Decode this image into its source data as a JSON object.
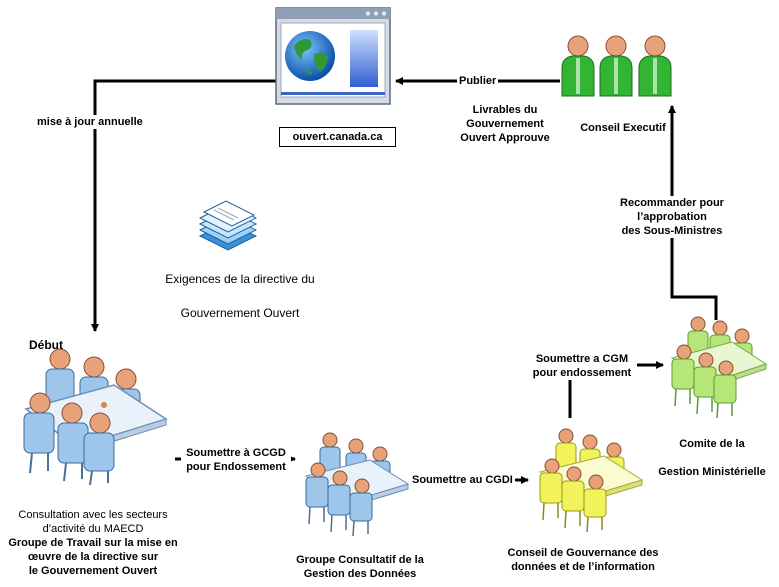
{
  "website": {
    "url": "ouvert.canada.ca"
  },
  "edges": {
    "annual_update": "mise à jour annuelle",
    "publish": "Publier",
    "submit_gcgd": [
      "Soumettre à GCGD",
      "pour Endossement"
    ],
    "submit_cgdi": "Soumettre au CGDI",
    "submit_cgm": [
      "Soumettre a CGM",
      "pour endossement"
    ],
    "recommend": [
      "Recommander pour",
      "l’approbation",
      "des Sous-Ministres"
    ]
  },
  "deliverables": [
    "Livrables du",
    "Gouvernement",
    "Ouvert Approuve"
  ],
  "executive_council": "Conseil Executif",
  "directive": [
    "Exigences de la directive du",
    "Gouvernement Ouvert"
  ],
  "start": {
    "label": "Début",
    "caption_plain": [
      "Consultation avec les secteurs",
      "d’activité du MAECD"
    ],
    "caption_bold": [
      "Groupe de Travail sur la mise en",
      "œuvre de la directive sur",
      "le Gouvernement Ouvert"
    ]
  },
  "gcgd": [
    "Groupe Consultatif de la",
    "Gestion des Données"
  ],
  "cgdi": [
    "Conseil de Gouvernance des",
    "données et de l’information"
  ],
  "cgm": [
    "Comite de la",
    "Gestion Ministérielle"
  ]
}
